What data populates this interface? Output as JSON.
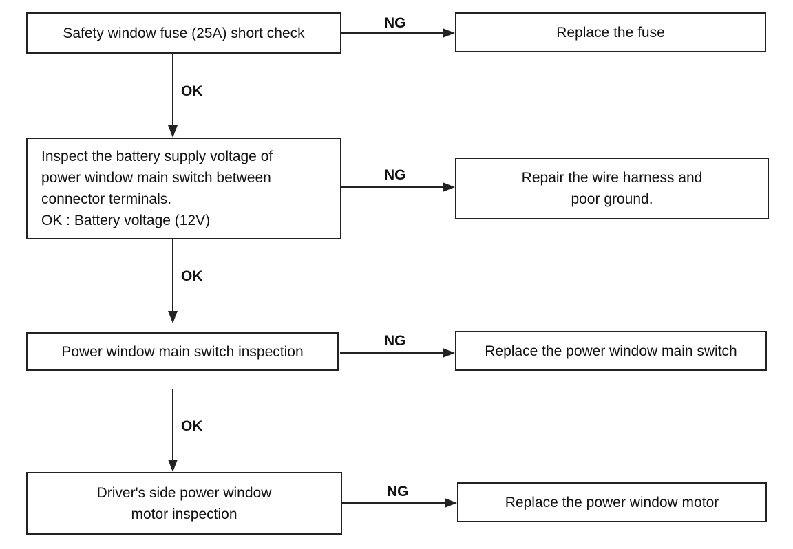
{
  "flowchart": {
    "steps": [
      {
        "check": [
          "Safety window fuse (25A) short check"
        ],
        "fail_branch": "NG",
        "action": [
          "Replace the fuse"
        ]
      },
      {
        "check": [
          "Inspect the battery supply voltage of",
          "power window main switch between",
          "connector terminals.",
          "OK : Battery voltage (12V)"
        ],
        "fail_branch": "NG",
        "action": [
          "Repair the wire harness and",
          "poor ground."
        ]
      },
      {
        "check": [
          "Power window main switch inspection"
        ],
        "fail_branch": "NG",
        "action": [
          "Replace the power window main switch"
        ]
      },
      {
        "check": [
          "Driver's side power window",
          "motor  inspection"
        ],
        "fail_branch": "NG",
        "action": [
          "Replace the power window motor"
        ]
      }
    ],
    "pass_labels": [
      "OK",
      "OK",
      "OK"
    ]
  }
}
